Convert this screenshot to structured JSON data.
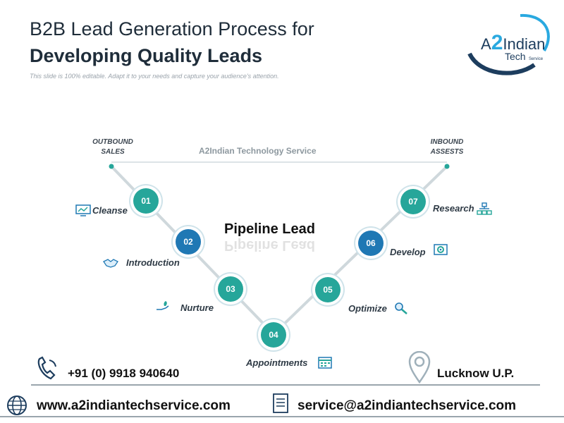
{
  "header": {
    "title_line1": "B2B Lead Generation Process for",
    "title_line2": "Developing Quality Leads",
    "subtitle": "This slide is 100% editable. Adapt it to your needs and capture your audience's attention."
  },
  "logo": {
    "brand_a": "A",
    "brand_2": "2",
    "brand_indian": "Indian",
    "brand_tech": "Tech",
    "brand_service": "Service"
  },
  "diagram": {
    "left_end": {
      "line1": "OUTBOUND",
      "line2": "SALES"
    },
    "right_end": {
      "line1": "INBOUND",
      "line2": "ASSESTS"
    },
    "company_label": "A2Indian Technology Service",
    "center_title": "Pipeline Lead",
    "steps": [
      {
        "number": "01",
        "label": "Cleanse",
        "icon": "monitor-chart-icon"
      },
      {
        "number": "02",
        "label": "Introduction",
        "icon": "handshake-icon"
      },
      {
        "number": "03",
        "label": "Nurture",
        "icon": "hand-plant-icon"
      },
      {
        "number": "04",
        "label": "Appointments",
        "icon": "calendar-icon"
      },
      {
        "number": "05",
        "label": "Optimize",
        "icon": "magnifier-icon"
      },
      {
        "number": "06",
        "label": "Develop",
        "icon": "gear-screen-icon"
      },
      {
        "number": "07",
        "label": "Research",
        "icon": "network-icon"
      }
    ],
    "colors": {
      "teal": "#26a69a",
      "blue": "#1f78b4",
      "line": "#cfd8dc"
    }
  },
  "footer": {
    "phone": "+91 (0) 9918 940640",
    "location": "Lucknow U.P.",
    "website": "www.a2indiantechservice.com",
    "email": "service@a2indiantechservice.com"
  }
}
